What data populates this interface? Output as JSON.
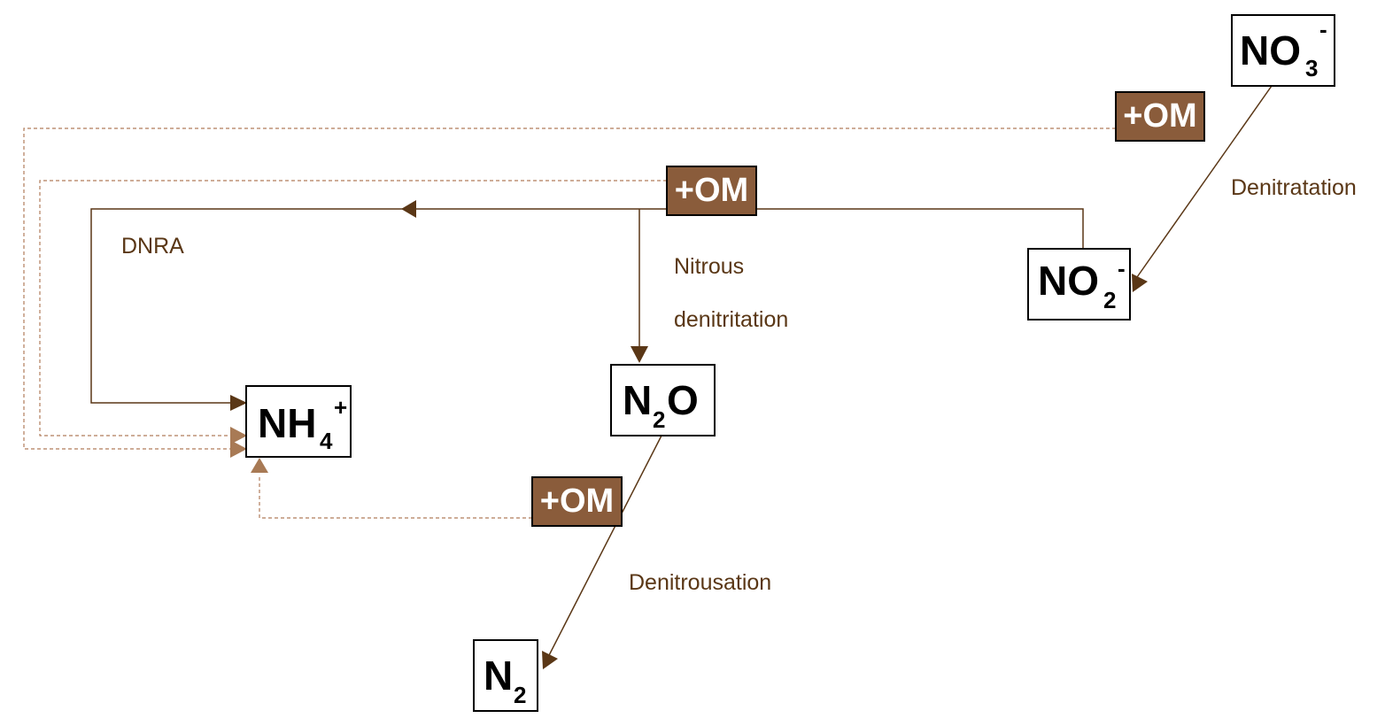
{
  "species": {
    "no3": {
      "main": "NO",
      "sub": "3",
      "sup": "-"
    },
    "no2": {
      "main": "NO",
      "sub": "2",
      "sup": "-"
    },
    "n2o": {
      "pre": "N",
      "sub": "2",
      "post": "O"
    },
    "nh4": {
      "main": "NH",
      "sub": "4",
      "sup": "+"
    },
    "n2": {
      "main": "N",
      "sub": "2"
    }
  },
  "om_label": "+OM",
  "process_labels": {
    "denitratation": "Denitratation",
    "nitrous_line1": "Nitrous",
    "nitrous_line2": "denitritation",
    "dnra": "DNRA",
    "denitrousation": "Denitrousation"
  },
  "colors": {
    "arrow": "#5a3716",
    "dashed": "#b07c5a",
    "om_fill": "#8a5c3b",
    "label_text": "#5a3716"
  }
}
